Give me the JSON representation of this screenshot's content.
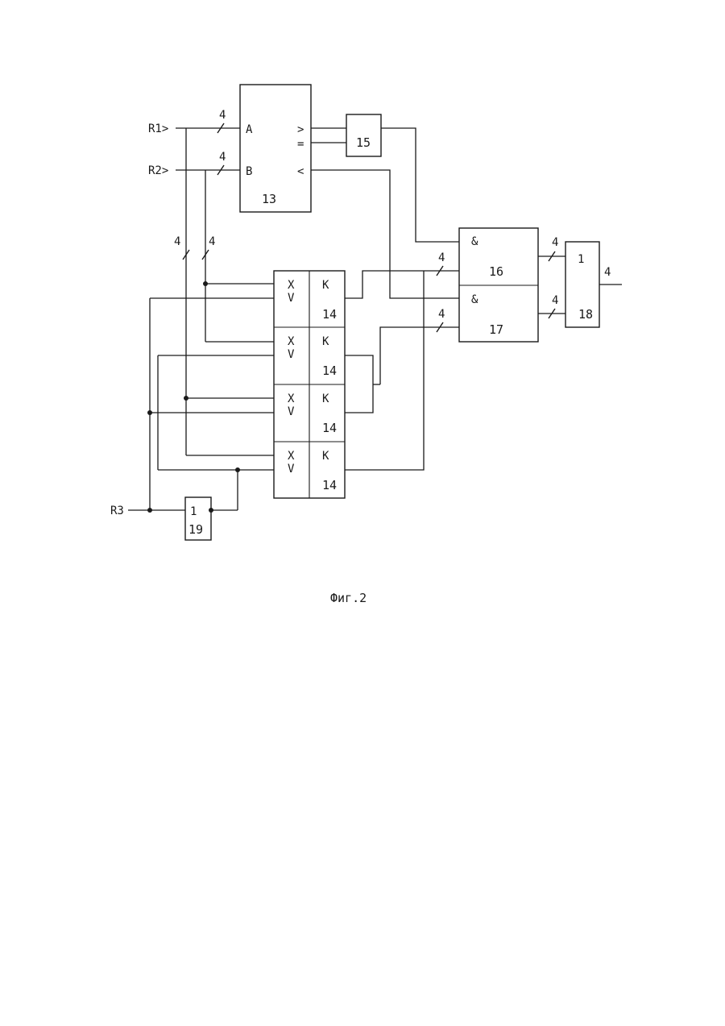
{
  "inputs": {
    "r1": "R1>",
    "r2": "R2>",
    "r3": "R3"
  },
  "bus_width": "4",
  "comparator": {
    "number": "13",
    "port_a": "A",
    "port_b": "B",
    "out_gt": ">",
    "out_eq": "=",
    "out_lt": "<"
  },
  "block15": {
    "number": "15"
  },
  "and16": {
    "symbol": "&",
    "number": "16"
  },
  "and17": {
    "symbol": "&",
    "number": "17"
  },
  "or18": {
    "symbol": "1",
    "number": "18"
  },
  "inv19": {
    "symbol": "1",
    "number": "19"
  },
  "mux_cells": [
    {
      "x": "X",
      "v": "V",
      "k": "K",
      "number": "14"
    },
    {
      "x": "X",
      "v": "V",
      "k": "K",
      "number": "14"
    },
    {
      "x": "X",
      "v": "V",
      "k": "K",
      "number": "14"
    },
    {
      "x": "X",
      "v": "V",
      "k": "K",
      "number": "14"
    }
  ],
  "caption": "Фиг.2"
}
